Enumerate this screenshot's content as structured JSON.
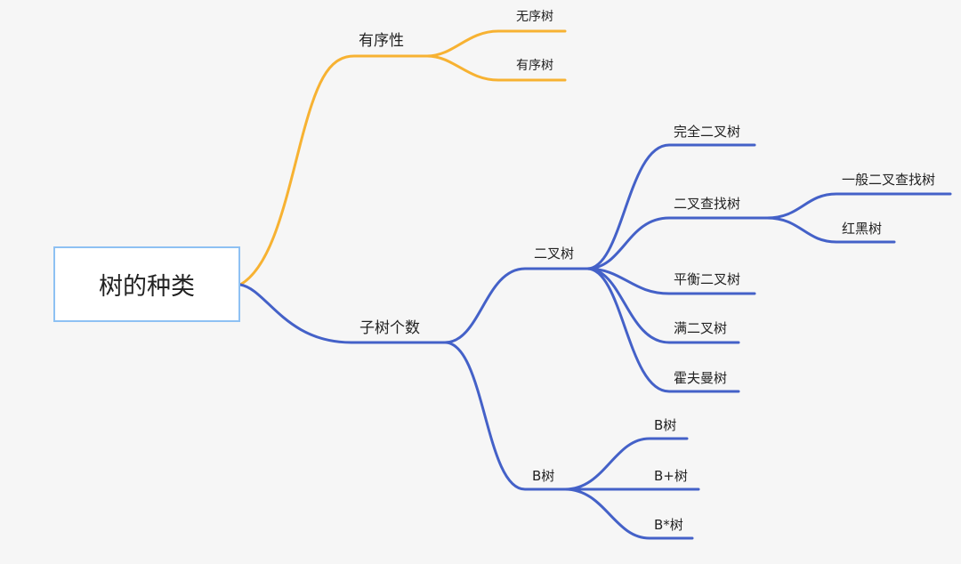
{
  "root": {
    "label": "树的种类"
  },
  "colors": {
    "orange": "#f7b232",
    "blue": "#4461c8",
    "root_border": "#8ec1f3"
  },
  "nodes": {
    "ordered": {
      "label": "有序性"
    },
    "unordered_tree": {
      "label": "无序树"
    },
    "ordered_tree": {
      "label": "有序树"
    },
    "subtree_count": {
      "label": "子树个数"
    },
    "binary_tree": {
      "label": "二叉树"
    },
    "complete_binary": {
      "label": "完全二叉树"
    },
    "bst": {
      "label": "二叉查找树"
    },
    "general_bst": {
      "label": "一般二叉查找树"
    },
    "red_black": {
      "label": "红黑树"
    },
    "balanced_binary": {
      "label": "平衡二叉树"
    },
    "full_binary": {
      "label": "满二叉树"
    },
    "huffman": {
      "label": "霍夫曼树"
    },
    "b_tree": {
      "label": "B树"
    },
    "b_tree_child": {
      "label": "B树"
    },
    "b_plus_tree": {
      "label": "B+树"
    },
    "b_star_tree": {
      "label": "B*树"
    }
  }
}
